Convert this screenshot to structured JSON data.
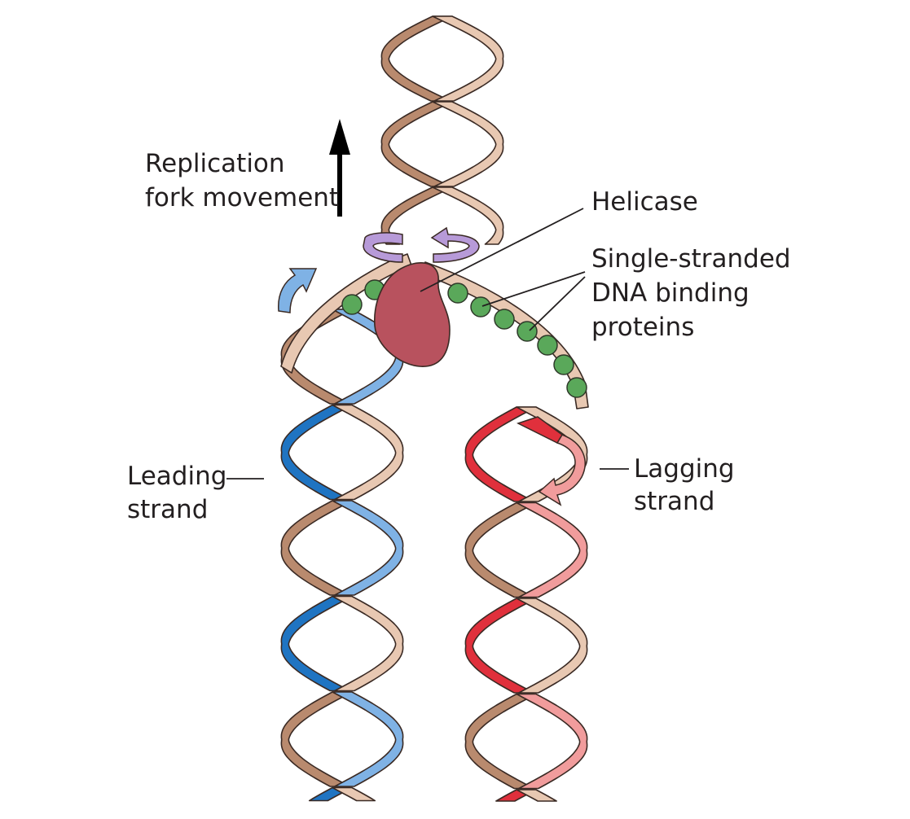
{
  "labels": {
    "fork_line1": "Replication",
    "fork_line2": "fork movement",
    "helicase": "Helicase",
    "ssb_line1": "Single-stranded",
    "ssb_line2": "DNA binding",
    "ssb_line3": "proteins",
    "leading_line1": "Leading",
    "leading_line2": "strand",
    "lagging_line1": "Lagging",
    "lagging_line2": "strand"
  },
  "colors": {
    "parent_light": "#e8c8b2",
    "parent_dark": "#b98a6e",
    "leading_light": "#7fb2e5",
    "leading_dark": "#1f74c2",
    "lagging_light": "#f19c9c",
    "lagging_dark": "#e0303c",
    "helicase": "#b8525e",
    "ssb_protein": "#5aa85a",
    "topo_arrow": "#b79ad8",
    "topo_arrow_dark": "#8a5aa8",
    "text": "#231f20"
  }
}
